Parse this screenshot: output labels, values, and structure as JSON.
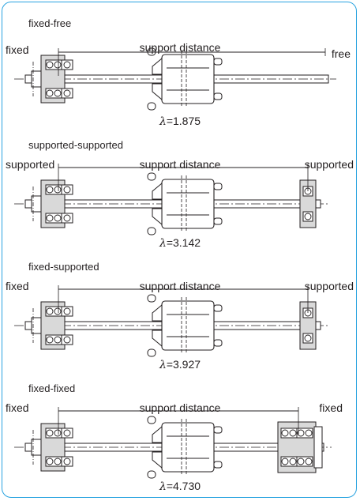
{
  "panels": [
    {
      "title": "fixed-free",
      "left_label": "fixed",
      "center_label": "support distance",
      "right_label": "free",
      "lambda_symbol": "λ",
      "lambda_value": "=1.875",
      "right_end": "free"
    },
    {
      "title": "supported-supported",
      "left_label": "supported",
      "center_label": "support distance",
      "right_label": "supported",
      "lambda_symbol": "λ",
      "lambda_value": "=3.142",
      "right_end": "supported"
    },
    {
      "title": "fixed-supported",
      "left_label": "fixed",
      "center_label": "support distance",
      "right_label": "supported",
      "lambda_symbol": "λ",
      "lambda_value": "=3.927",
      "right_end": "supported"
    },
    {
      "title": "fixed-fixed",
      "left_label": "fixed",
      "center_label": "support distance",
      "right_label": "fixed",
      "lambda_symbol": "λ",
      "lambda_value": "=4.730",
      "right_end": "fixed"
    }
  ],
  "colors": {
    "frame": "#29a3e0",
    "line": "#231f20",
    "housing": "#d9d9d9"
  }
}
